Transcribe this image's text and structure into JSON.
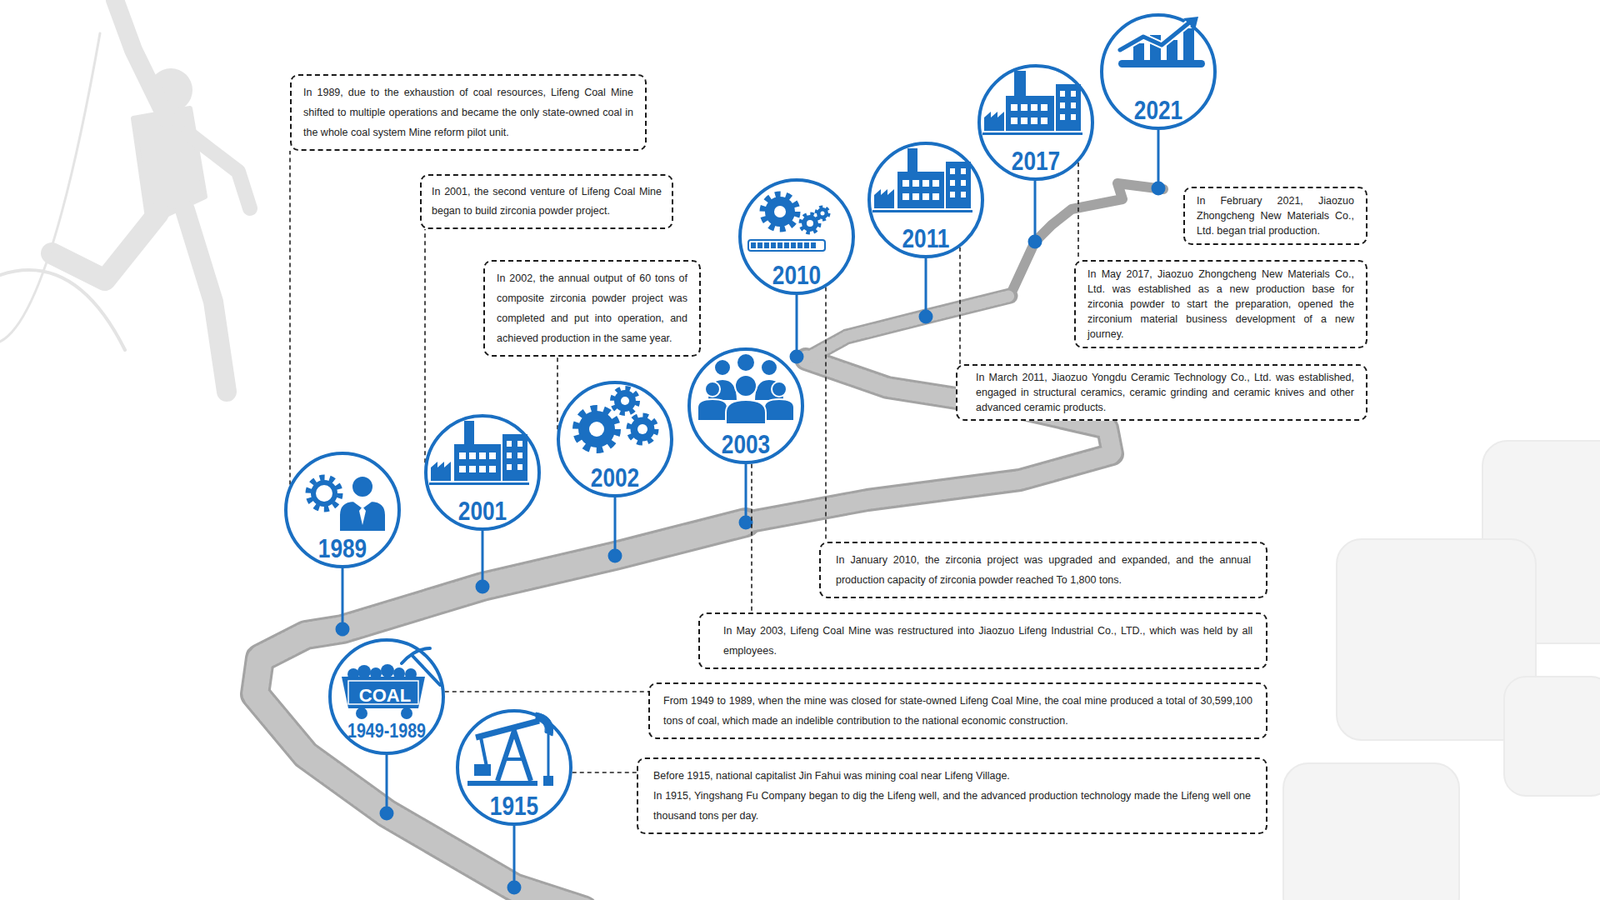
{
  "diagram": {
    "nodes": [
      {
        "text": [
          "1915"
        ]
      },
      {
        "text": [
          "Before 1915, national capitalist Jin Fahui was mining coal near Lifeng Village.",
          "In 1915, Yingshang Fu Company began to dig the Lifeng well, and the advanced production technology made the Lifeng well one thousand tons per day."
        ]
      },
      {
        "text": [
          "COAL",
          "1949-1989"
        ]
      },
      {
        "text": [
          "From 1949 to 1989, when the mine was closed for state-owned Lifeng Coal Mine, the coal mine produced a total of 30,599,100 tons of coal, which made an indelible contribution to the national economic construction."
        ]
      },
      {
        "text": [
          "1989"
        ]
      },
      {
        "text": [
          "In 1989, due to the exhaustion of coal resources, Lifeng Coal Mine shifted to multiple operations and became the only state-owned coal in the whole coal system Mine reform pilot unit."
        ]
      },
      {
        "text": [
          "2001"
        ]
      },
      {
        "text": [
          "In 2001, the second venture of Lifeng Coal Mine began to build zirconia powder project."
        ]
      },
      {
        "text": [
          "2002"
        ]
      },
      {
        "text": [
          "In 2002, the annual output of 60 tons of composite zirconia powder project was completed and put into operation, and achieved production in the same year."
        ]
      },
      {
        "text": [
          "2003"
        ]
      },
      {
        "text": [
          "In May 2003, Lifeng Coal Mine was restructured into Jiaozuo Lifeng Industrial Co., LTD., which was held by all employees."
        ]
      },
      {
        "text": [
          "2010"
        ]
      },
      {
        "text": [
          "In January 2010, the zirconia project was upgraded and expanded, and the annual production capacity of zirconia powder reached To 1,800 tons."
        ]
      },
      {
        "text": [
          "2011"
        ]
      },
      {
        "text": [
          "In March 2011, Jiaozuo Yongdu Ceramic Technology Co., Ltd. was established, engaged in structural ceramics, ceramic grinding and ceramic knives and other advanced ceramic products."
        ]
      },
      {
        "text": [
          "2017"
        ]
      },
      {
        "text": [
          "In May 2017, Jiaozuo Zhongcheng New Materials Co., Ltd. was established as a new production base for zirconia powder to start the preparation, opened the zirconium material business development of a new journey."
        ]
      },
      {
        "text": [
          "2021"
        ]
      },
      {
        "text": [
          "In February 2021, Jiaozuo Zhongcheng New Materials Co., Ltd. began trial production."
        ]
      }
    ],
    "edges": [
      {
        "from": 0,
        "to": 1,
        "arrow": "none"
      },
      {
        "from": 2,
        "to": 3,
        "arrow": "none"
      },
      {
        "from": 4,
        "to": 5,
        "arrow": "none"
      },
      {
        "from": 6,
        "to": 7,
        "arrow": "none"
      },
      {
        "from": 8,
        "to": 9,
        "arrow": "none"
      },
      {
        "from": 10,
        "to": 11,
        "arrow": "none"
      },
      {
        "from": 12,
        "to": 13,
        "arrow": "none"
      },
      {
        "from": 14,
        "to": 15,
        "arrow": "none"
      },
      {
        "from": 16,
        "to": 17,
        "arrow": "none"
      }
    ]
  }
}
